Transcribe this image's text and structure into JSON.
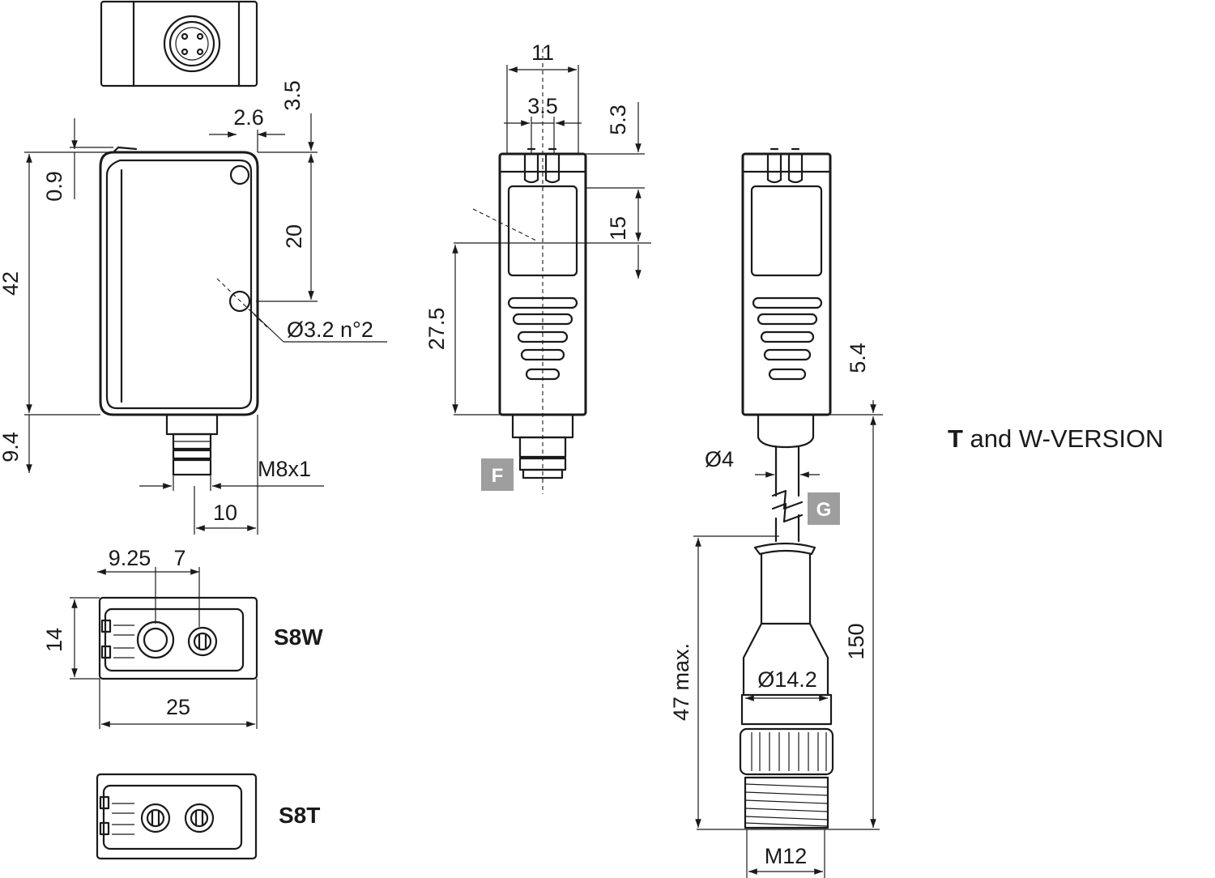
{
  "dimensions": {
    "top_width_11": "11",
    "pin_spacing_3_5": "3.5",
    "top_offset_5_3": "5.3",
    "height_15": "15",
    "height_27_5": "27.5",
    "height_5_4": "5.4",
    "cable_150": "150",
    "cable_dia": "Ø4",
    "connector_47": "47 max.",
    "connector_dia": "Ø14.2",
    "connector_thread": "M12",
    "side_3_5": "3.5",
    "side_2_6": "2.6",
    "side_0_9": "0.9",
    "side_20": "20",
    "side_42": "42",
    "side_9_4": "9.4",
    "hole": "Ø3.2 n°2",
    "thread_m8": "M8x1",
    "width_10": "10",
    "s8w_9_25": "9.25",
    "s8w_7": "7",
    "s8w_14": "14",
    "s8w_25": "25"
  },
  "labels": {
    "s8w": "S8W",
    "s8t": "S8T",
    "version_bold": "T",
    "version_rest": " and W-VERSION",
    "tag_f": "F",
    "tag_g": "G"
  }
}
